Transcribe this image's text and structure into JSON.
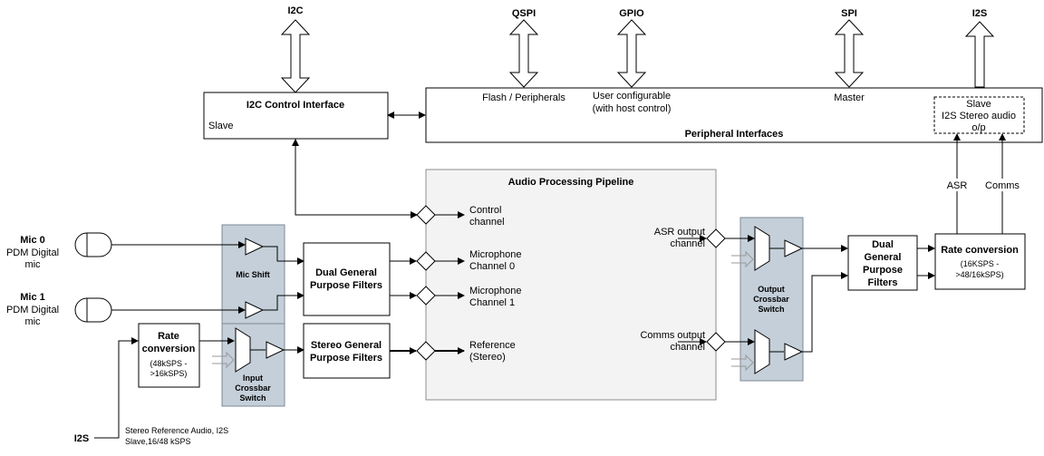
{
  "bus_labels": {
    "i2c": "I2C",
    "qspi": "QSPI",
    "gpio": "GPIO",
    "spi": "SPI",
    "i2s_top": "I2S",
    "i2s_bottom": "I2S"
  },
  "i2c_box": {
    "title": "I2C Control Interface",
    "sub": "Slave"
  },
  "peripheral_box": {
    "title": "Peripheral Interfaces",
    "flash": "Flash / Peripherals",
    "user_line1": "User configurable",
    "user_line2": "(with host control)",
    "master": "Master",
    "slave_line1": "Slave",
    "slave_line2": "I2S Stereo audio",
    "slave_line3": "o/p"
  },
  "pipeline": {
    "title": "Audio Processing Pipeline",
    "control_line1": "Control",
    "control_line2": "channel",
    "mic0_line1": "Microphone",
    "mic0_line2": "Channel 0",
    "mic1_line1": "Microphone",
    "mic1_line2": "Channel 1",
    "ref_line1": "Reference",
    "ref_line2": "(Stereo)",
    "asr_line1": "ASR output",
    "asr_line2": "channel",
    "comms_line1": "Comms output",
    "comms_line2": "channel"
  },
  "mics": {
    "mic0_title": "Mic 0",
    "mic0_line1": "PDM Digital",
    "mic0_line2": "mic",
    "mic1_title": "Mic 1",
    "mic1_line1": "PDM Digital",
    "mic1_line2": "mic"
  },
  "blocks": {
    "mic_shift": "Mic Shift",
    "input_xbar_line1": "Input",
    "input_xbar_line2": "Crossbar",
    "input_xbar_line3": "Switch",
    "output_xbar_line1": "Output",
    "output_xbar_line2": "Crossbar",
    "output_xbar_line3": "Switch",
    "dual_filters_line1": "Dual General",
    "dual_filters_line2": "Purpose Filters",
    "stereo_filters_line1": "Stereo General",
    "stereo_filters_line2": "Purpose Filters",
    "rate_in_title1": "Rate",
    "rate_in_title2": "conversion",
    "rate_in_sub1": "(48kSPS -",
    "rate_in_sub2": ">16kSPS)",
    "out_filters_line1": "Dual",
    "out_filters_line2": "General",
    "out_filters_line3": "Purpose",
    "out_filters_line4": "Filters",
    "rate_out_title": "Rate conversion",
    "rate_out_sub1": "(16KSPS -",
    "rate_out_sub2": ">48/16kSPS)",
    "asr": "ASR",
    "comms": "Comms"
  },
  "i2s_input": {
    "line1": "Stereo Reference Audio, I2S",
    "line2": "Slave,16/48 kSPS"
  },
  "colors": {
    "switch_fill": "#c4cfd9",
    "pipeline_fill": "#f3f3f3"
  }
}
